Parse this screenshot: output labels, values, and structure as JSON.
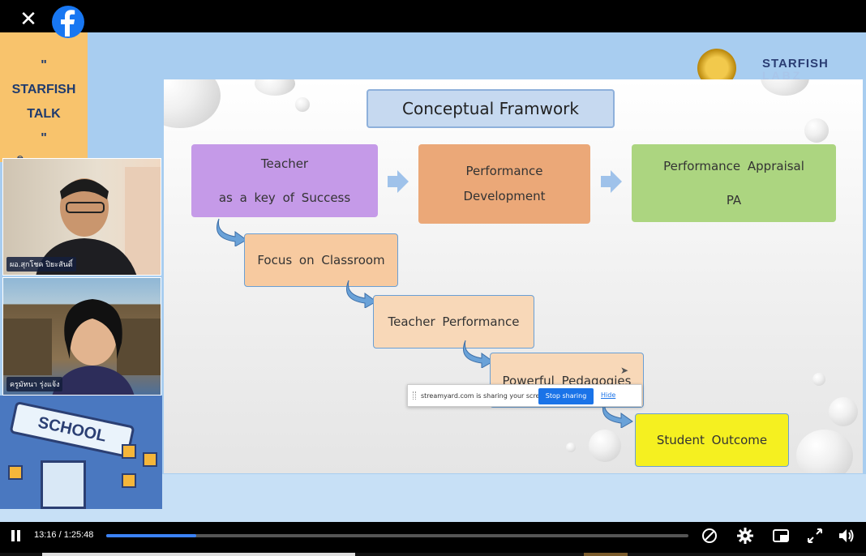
{
  "player": {
    "close_glyph": "✕",
    "current_time": "13:16",
    "duration": "1:25:48",
    "progress_fraction": 0.155
  },
  "overlay": {
    "side_lines": [
      "\"",
      "STARFISH",
      "TALK",
      "\"",
      "วิทยฐานะ"
    ],
    "camera1_name": "ผอ.สุกโชค ปิยะสันติ์",
    "camera2_name": "ครูมัทนา รุ่งแจ้ง",
    "school_sign": "SCHOOL",
    "logo_line1": "STARFISH",
    "logo_line2": "LABZ"
  },
  "slide": {
    "title": "Conceptual Framwork",
    "box_teacher": [
      "Teacher",
      "as a key of Success"
    ],
    "box_perfdev": [
      "Performance",
      "Development"
    ],
    "box_pa": [
      "Performance Appraisal",
      "PA"
    ],
    "box_focus": "Focus on Classroom",
    "box_tperf": "Teacher Performance",
    "box_powerful": "Powerful Pedagogies",
    "box_student": "Student Outcome"
  },
  "share_bar": {
    "message": "streamyard.com is sharing your screen.",
    "stop_label": "Stop sharing",
    "hide_label": "Hide"
  },
  "colors": {
    "accent": "#1a73e8",
    "facebook": "#1877f2",
    "student_box": "#f5f020"
  },
  "icons": [
    "close-icon",
    "facebook-logo-icon",
    "pause-icon",
    "captions-icon",
    "settings-gear-icon",
    "picture-in-picture-icon",
    "fullscreen-icon",
    "volume-icon"
  ]
}
